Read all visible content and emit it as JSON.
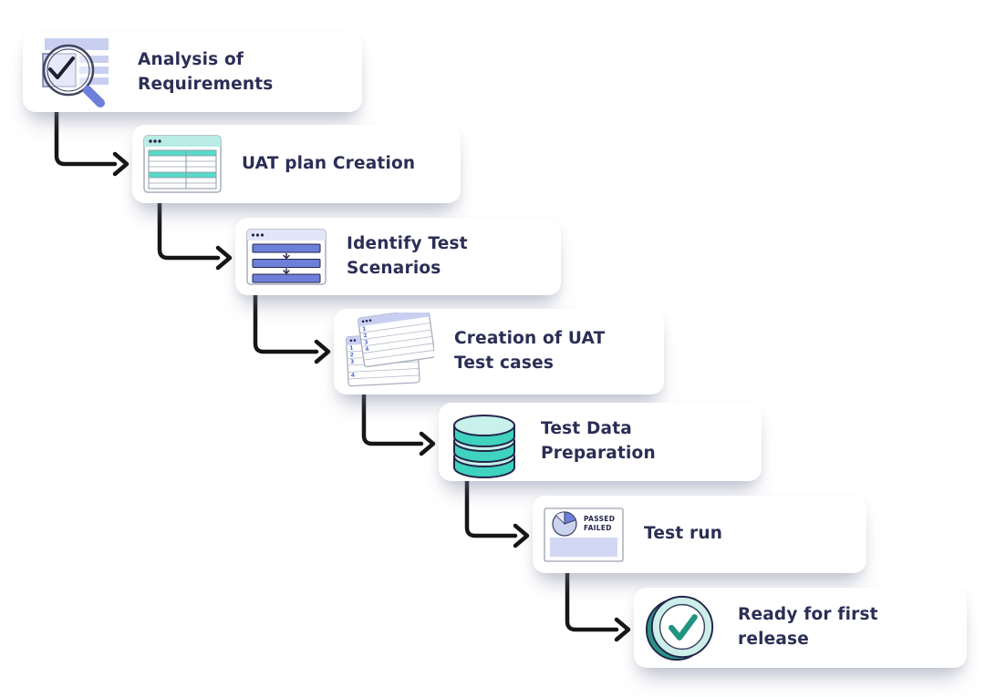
{
  "steps": [
    {
      "id": 1,
      "label": "Analysis of Requirements",
      "icon": "requirements-magnifier-icon"
    },
    {
      "id": 2,
      "label": "UAT plan Creation",
      "icon": "plan-table-icon"
    },
    {
      "id": 3,
      "label": "Identify Test Scenarios",
      "icon": "scenario-steps-icon"
    },
    {
      "id": 4,
      "label": "Creation of UAT Test cases",
      "icon": "test-cases-windows-icon",
      "icon_rows": [
        "1",
        "2",
        "3",
        "4"
      ]
    },
    {
      "id": 5,
      "label": "Test Data Preparation",
      "icon": "database-icon"
    },
    {
      "id": 6,
      "label": "Test run",
      "icon": "test-report-pie-icon",
      "icon_text": {
        "passed": "PASSED",
        "failed": "FAILED"
      }
    },
    {
      "id": 7,
      "label": "Ready for first release",
      "icon": "check-circle-icon"
    }
  ],
  "colors": {
    "text": "#2b2e55",
    "arrow": "#161616",
    "lavender": "#c9cff1",
    "periwinkle": "#6d7fd9",
    "teal": "#3fd2bf",
    "mint": "#c7f1ea",
    "mint_header": "#b9ece5",
    "green": "#1f9480",
    "card_background": "#ffffff"
  }
}
